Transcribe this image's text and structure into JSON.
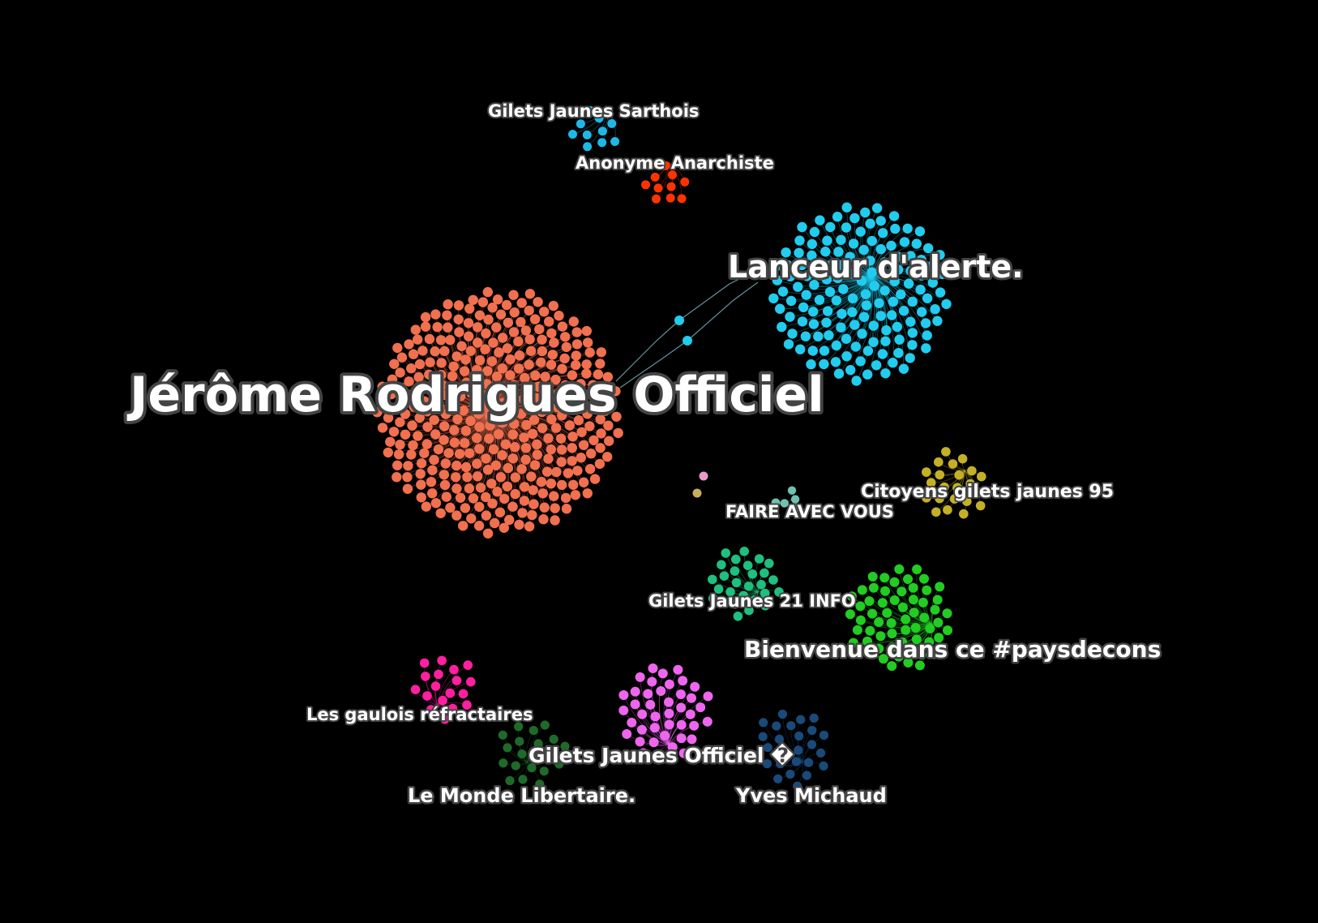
{
  "graph": {
    "background": "#000000",
    "clusters": [
      {
        "id": "jerome",
        "label": "Jérôme Rodrigues Officiel",
        "color": "#f0704f",
        "size": "huge"
      },
      {
        "id": "lanceur",
        "label": "Lanceur d'alerte.",
        "color": "#22ccee",
        "size": "large"
      },
      {
        "id": "sarthois",
        "label": "Gilets Jaunes Sarthois",
        "color": "#1fb8e6",
        "size": "small"
      },
      {
        "id": "anonyme",
        "label": "Anonyme Anarchiste",
        "color": "#ff3300",
        "size": "small"
      },
      {
        "id": "citoyens95",
        "label": "Citoyens gilets jaunes 95",
        "color": "#c4b026",
        "size": "small"
      },
      {
        "id": "faire",
        "label": "FAIRE AVEC VOUS",
        "color": "#6fc2b0",
        "size": "tiny"
      },
      {
        "id": "gj21",
        "label": "Gilets Jaunes 21 INFO",
        "color": "#1fbf7f",
        "size": "small"
      },
      {
        "id": "paysdecons",
        "label": "Bienvenue dans ce #paysdecons",
        "color": "#22cc22",
        "size": "medium"
      },
      {
        "id": "gaulois",
        "label": "Les gaulois réfractaires",
        "color": "#ff1fa0",
        "size": "small"
      },
      {
        "id": "gjofficiel",
        "label": "Gilets Jaunes Officiel �",
        "color": "#ee66ee",
        "size": "small"
      },
      {
        "id": "monde",
        "label": "Le Monde Libertaire.",
        "color": "#1f6a2a",
        "size": "small"
      },
      {
        "id": "michaud",
        "label": "Yves Michaud",
        "color": "#1a4a7a",
        "size": "small"
      }
    ]
  }
}
